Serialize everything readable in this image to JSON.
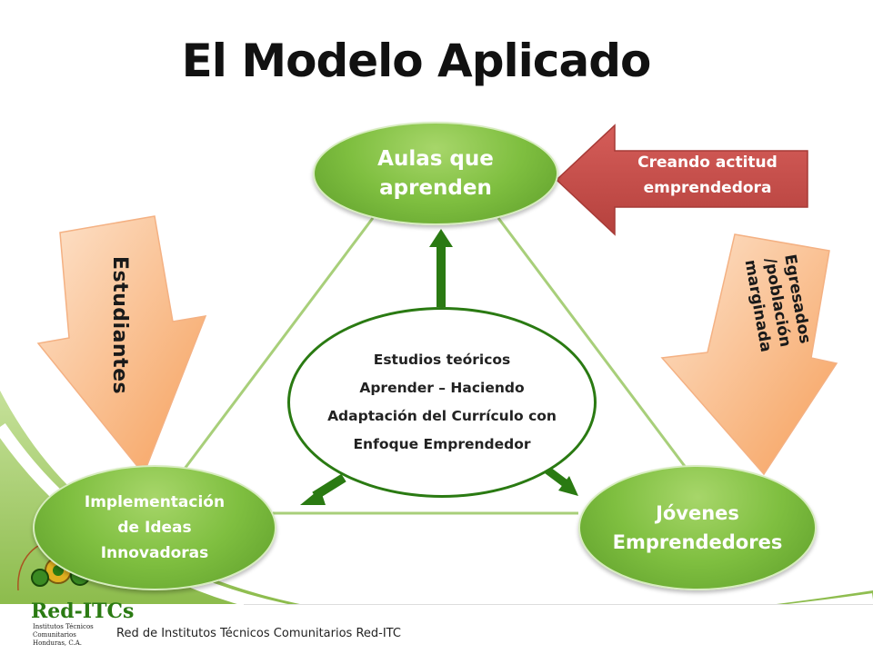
{
  "title": "El Modelo Aplicado",
  "nodes": {
    "top": [
      "Aulas que",
      "aprenden"
    ],
    "left": [
      "Implementación",
      "de Ideas",
      "Innovadoras"
    ],
    "right": [
      "Jóvenes",
      "Emprendedores"
    ]
  },
  "center": [
    "Estudios teóricos",
    "Aprender – Haciendo",
    "Adaptación del Currículo con",
    "Enfoque Emprendedor"
  ],
  "arrows": {
    "red": [
      "Creando actitud",
      "emprendedora"
    ],
    "students": "Estudiantes",
    "grads": "Egresados /población marginada"
  },
  "footer": {
    "logo": "Red-ITCs",
    "logo_sub": "Institutos Técnicos Comunitarios Honduras, C.A.",
    "text": "Red de Institutos Técnicos Comunitarios Red-ITC"
  },
  "colors": {
    "green_node": "#7fbf40",
    "dark_green": "#2a7a12",
    "red_arrow": "#c0504d",
    "orange_arrow": "#f79646"
  }
}
